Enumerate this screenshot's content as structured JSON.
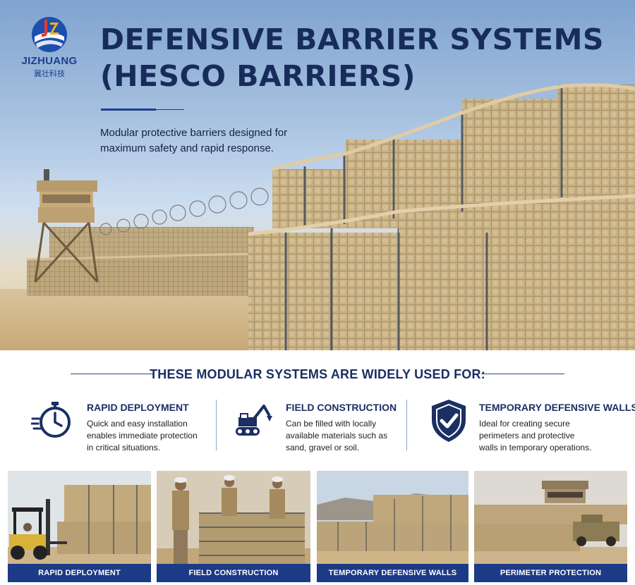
{
  "brand": {
    "name": "JIZHUANG",
    "name_cn": "冀壮科技",
    "colors": {
      "navy": "#182c5c",
      "blue": "#1d3f8f",
      "caption_bg": "#1c3a86",
      "sand": "#c9b48a"
    }
  },
  "hero": {
    "title_line1": "DEFENSIVE BARRIER SYSTEMS",
    "title_line2": "(HESCO BARRIERS)",
    "subtitle": "Modular protective barriers designed for maximum safety and rapid response."
  },
  "uses": {
    "heading": "THESE MODULAR SYSTEMS ARE WIDELY USED FOR:",
    "features": [
      {
        "icon": "stopwatch-icon",
        "title": "RAPID DEPLOYMENT",
        "desc": "Quick and easy installation enables immediate protection in critical situations."
      },
      {
        "icon": "excavator-icon",
        "title": "FIELD CONSTRUCTION",
        "desc": "Can be filled with locally available materials such as sand, gravel or soil."
      },
      {
        "icon": "shield-check-icon",
        "title": "TEMPORARY DEFENSIVE WALLS",
        "desc": "Ideal for creating secure perimeters and protective walls in temporary operations."
      }
    ]
  },
  "gallery": [
    {
      "caption": "RAPID DEPLOYMENT"
    },
    {
      "caption": "FIELD CONSTRUCTION"
    },
    {
      "caption": "TEMPORARY DEFENSIVE WALLS"
    },
    {
      "caption": "PERIMETER PROTECTION"
    }
  ]
}
